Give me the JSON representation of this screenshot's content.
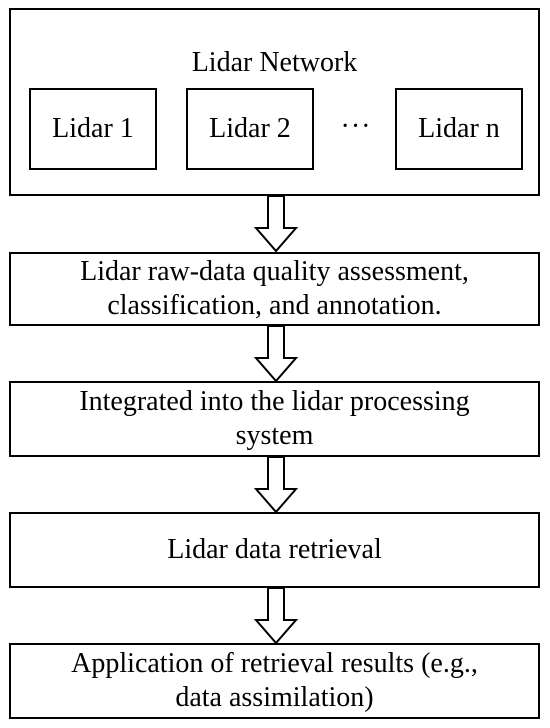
{
  "network": {
    "title": "Lidar Network",
    "nodes": [
      "Lidar 1",
      "Lidar 2",
      "Lidar n"
    ],
    "ellipsis": "···"
  },
  "steps": [
    {
      "lines": [
        "Lidar raw-data quality assessment,",
        "classification, and annotation."
      ]
    },
    {
      "lines": [
        "Integrated into the lidar processing",
        "system"
      ]
    },
    {
      "lines": [
        "Lidar data retrieval"
      ]
    },
    {
      "lines": [
        "Application of retrieval results (e.g.,",
        "data assimilation)"
      ]
    }
  ]
}
